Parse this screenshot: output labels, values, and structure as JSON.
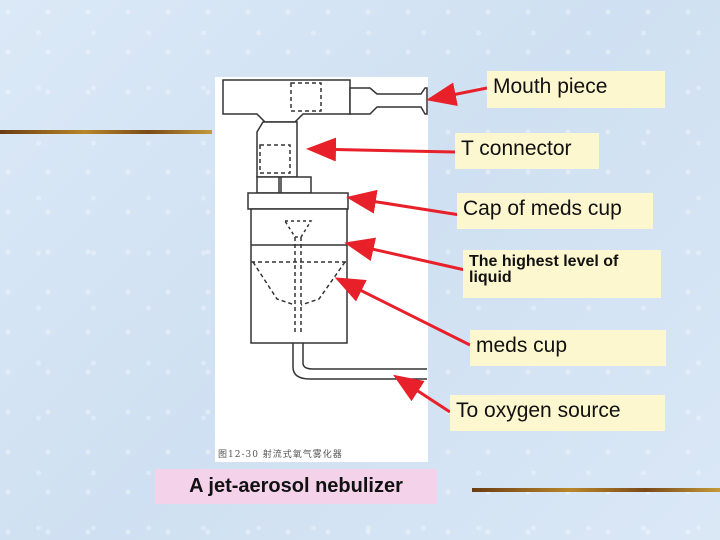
{
  "labels": {
    "mouth_piece": "Mouth piece",
    "t_connector": "T connector",
    "cap": "Cap of meds cup",
    "highest_level": "The highest level of liquid",
    "meds_cup": "meds cup",
    "oxygen": "To oxygen source"
  },
  "caption": "A jet-aerosol nebulizer",
  "figure_caption": "图12-30  射流式氧气雾化器",
  "colors": {
    "arrow": "#e8202a",
    "label_bg": "#fdf7cf",
    "caption_bg": "#f3d2ea",
    "rule": "#8a5a20"
  }
}
